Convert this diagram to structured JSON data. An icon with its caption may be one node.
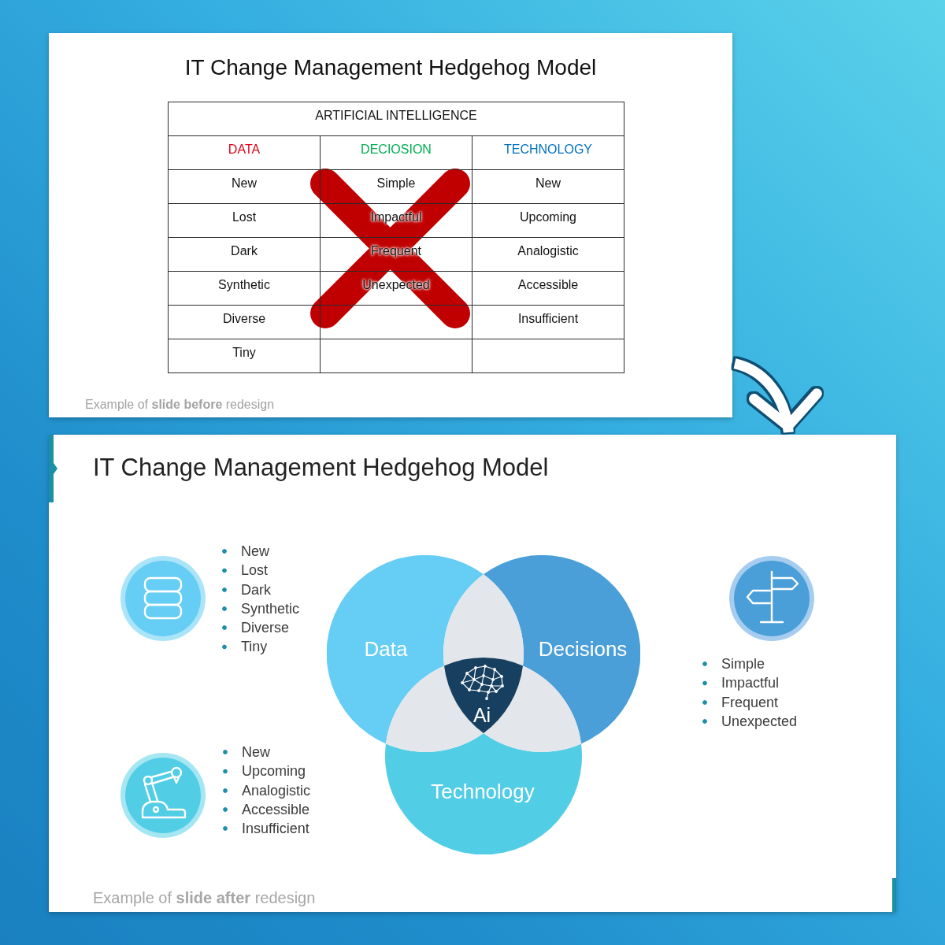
{
  "diagram": {
    "nodes": [
      {
        "text": [
          "IT Change Management Hedgehog Model",
          "Example of **slide before** redesign"
        ]
      },
      {
        "text": [
          "IT Change Management Hedgehog Model",
          "Example of **slide after** redesign"
        ]
      },
      {
        "text": [
          "Data"
        ],
        "in": 1
      },
      {
        "text": [
          "Decisions"
        ],
        "in": 1
      },
      {
        "text": [
          "Technology"
        ],
        "in": 1
      },
      {
        "text": [
          "Ai"
        ],
        "in": 1
      }
    ],
    "edges": [
      {
        "from": 0,
        "to": 1,
        "arrow": "to"
      }
    ],
    "labels": [
      "ARTIFICIAL INTELLIGENCE",
      "DATA",
      "DECIOSION",
      "TECHNOLOGY",
      "New",
      "Simple",
      "New",
      "Lost",
      "Impactful",
      "Upcoming",
      "Dark",
      "Frequent",
      "Analogistic",
      "Synthetic",
      "Unexpected",
      "Accessible",
      "Diverse",
      "Insufficient",
      "Tiny",
      "New",
      "Lost",
      "Dark",
      "Synthetic",
      "Diverse",
      "Tiny",
      "Simple",
      "Impactful",
      "Frequent",
      "Unexpected",
      "New",
      "Upcoming",
      "Analogistic",
      "Accessible",
      "Insufficient"
    ]
  }
}
